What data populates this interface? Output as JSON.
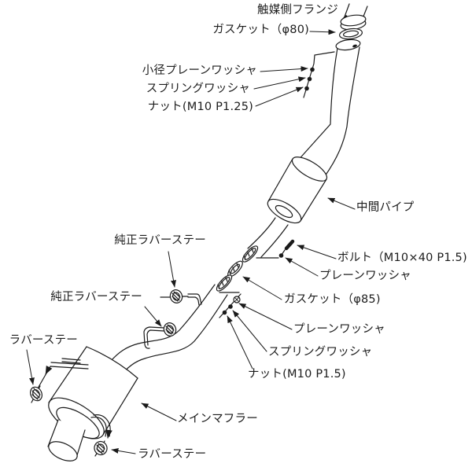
{
  "diagram": {
    "type": "exhaust-system-exploded-parts-diagram",
    "colors": {
      "line": "#1a1a1a",
      "background": "#ffffff"
    },
    "labels": [
      {
        "id": "catalyst-flange",
        "text": "触媒側フランジ"
      },
      {
        "id": "gasket-80",
        "text": "ガスケット（φ80)"
      },
      {
        "id": "small-plain-washer",
        "text": "小径プレーンワッシャ"
      },
      {
        "id": "spring-washer-front",
        "text": "スプリングワッシャ"
      },
      {
        "id": "nut-front",
        "text": "ナット(M10 P1.25)"
      },
      {
        "id": "center-pipe",
        "text": "中間パイプ"
      },
      {
        "id": "oem-rubber-stay-1",
        "text": "純正ラバーステー"
      },
      {
        "id": "bolt",
        "text": "ボルト（M10×40 P1.5)"
      },
      {
        "id": "plain-washer-upper",
        "text": "プレーンワッシャ"
      },
      {
        "id": "gasket-85",
        "text": "ガスケット（φ85)"
      },
      {
        "id": "oem-rubber-stay-2",
        "text": "純正ラバーステー"
      },
      {
        "id": "plain-washer-lower",
        "text": "プレーンワッシャ"
      },
      {
        "id": "spring-washer-rear",
        "text": "スプリングワッシャ"
      },
      {
        "id": "nut-rear",
        "text": "ナット(M10 P1.5)"
      },
      {
        "id": "rubber-stay-left",
        "text": "ラバーステー"
      },
      {
        "id": "main-muffler",
        "text": "メインマフラー"
      },
      {
        "id": "rubber-stay-bottom",
        "text": "ラバーステー"
      }
    ]
  }
}
